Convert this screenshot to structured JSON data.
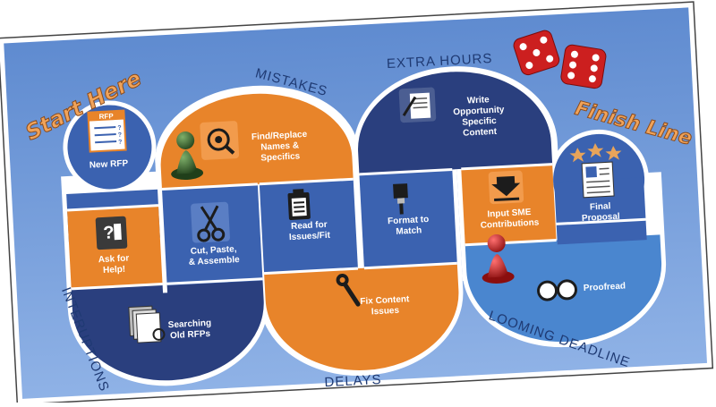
{
  "board": {
    "start_label": "Start Here",
    "finish_label": "Finish Line",
    "hazards": {
      "mistakes": "MISTAKES",
      "extra_hours": "EXTRA HOURS",
      "interruptions": "INTERUPTIONS",
      "delays": "DELAYS",
      "looming_deadline": "LOOMING DEADLINE"
    },
    "rfp_doc_label": "RFP"
  },
  "tiles": [
    {
      "id": "new-rfp",
      "lines": [
        "New RFP"
      ]
    },
    {
      "id": "ask-help",
      "lines": [
        "Ask for",
        "Help!"
      ]
    },
    {
      "id": "searching",
      "lines": [
        "Searching",
        "Old RFPs"
      ]
    },
    {
      "id": "cut-paste",
      "lines": [
        "Cut, Paste,",
        "& Assemble"
      ]
    },
    {
      "id": "find-replace",
      "lines": [
        "Find/Replace",
        "Names &",
        "Specifics"
      ]
    },
    {
      "id": "read-issues",
      "lines": [
        "Read for",
        "Issues/Fit"
      ]
    },
    {
      "id": "fix-content",
      "lines": [
        "Fix Content",
        "Issues"
      ]
    },
    {
      "id": "format-match",
      "lines": [
        "Format to",
        "Match"
      ]
    },
    {
      "id": "write-specific",
      "lines": [
        "Write",
        "Opportunity",
        "Specific",
        "Content"
      ]
    },
    {
      "id": "input-sme",
      "lines": [
        "Input SME",
        "Contributions"
      ]
    },
    {
      "id": "proofread",
      "lines": [
        "Proofread"
      ]
    },
    {
      "id": "final-proposal",
      "lines": [
        "Final",
        "Proposal"
      ]
    }
  ],
  "colors": {
    "background": "#6e97d6",
    "dark_blue": "#2a3f7e",
    "mid_blue": "#3b62b0",
    "light_blue": "#4a86cf",
    "orange": "#e8842a",
    "green_pawn": "#3d6b2f",
    "red_pawn": "#d92b2b",
    "dice": "#cc1f1f"
  }
}
